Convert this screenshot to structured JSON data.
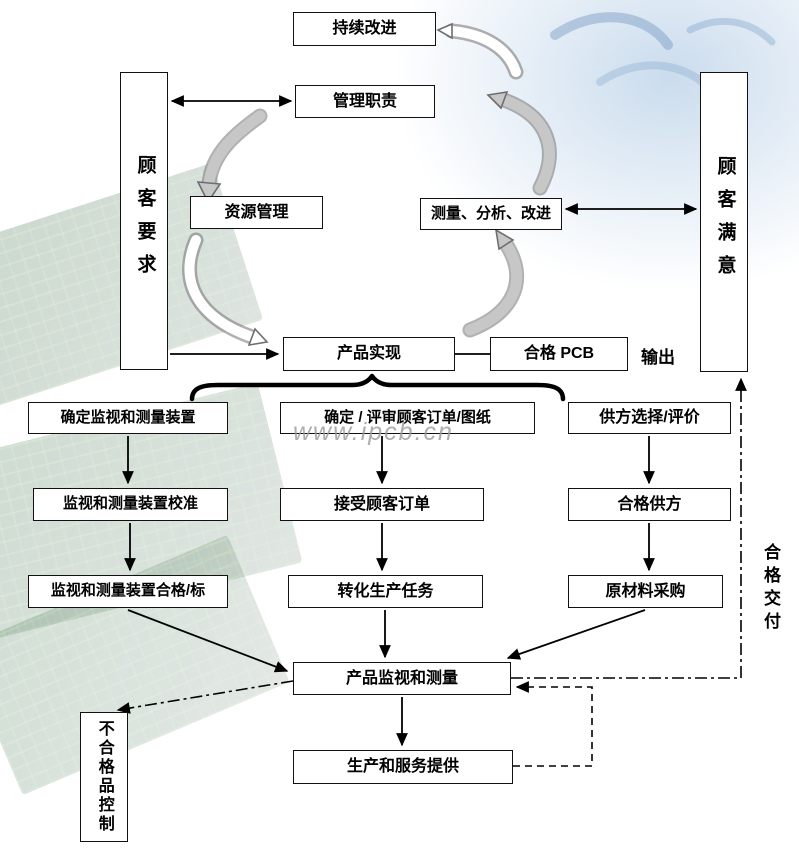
{
  "watermark": "www.ipcb.cn",
  "labels": {
    "output": "输出",
    "qualified_delivery": "合格交付"
  },
  "nodes": {
    "continuous_improvement": "持续改进",
    "management_responsibility": "管理职责",
    "customer_requirements": "顾客要求",
    "customer_satisfaction": "顾客满意",
    "resource_management": "资源管理",
    "measurement_analysis_improvement": "测量、分析、改进",
    "product_realization": "产品实现",
    "qualified_pcb": "合格 PCB",
    "determine_monitoring_measuring_devices": "确定监视和测量装置",
    "determine_review_customer_orders_drawings": "确定 / 评审顾客订单/图纸",
    "supplier_selection_evaluation": "供方选择/评价",
    "monitoring_measuring_device_calibration": "监视和测量装置校准",
    "accept_customer_orders": "接受顾客订单",
    "qualified_suppliers": "合格供方",
    "monitoring_measuring_device_qualified_marked": "监视和测量装置合格/标",
    "transform_to_production_tasks": "转化生产任务",
    "raw_material_purchasing": "原材料采购",
    "product_monitoring_measurement": "产品监视和测量",
    "production_and_service_provision": "生产和服务提供",
    "nonconforming_product_control": "不合格品控制"
  }
}
